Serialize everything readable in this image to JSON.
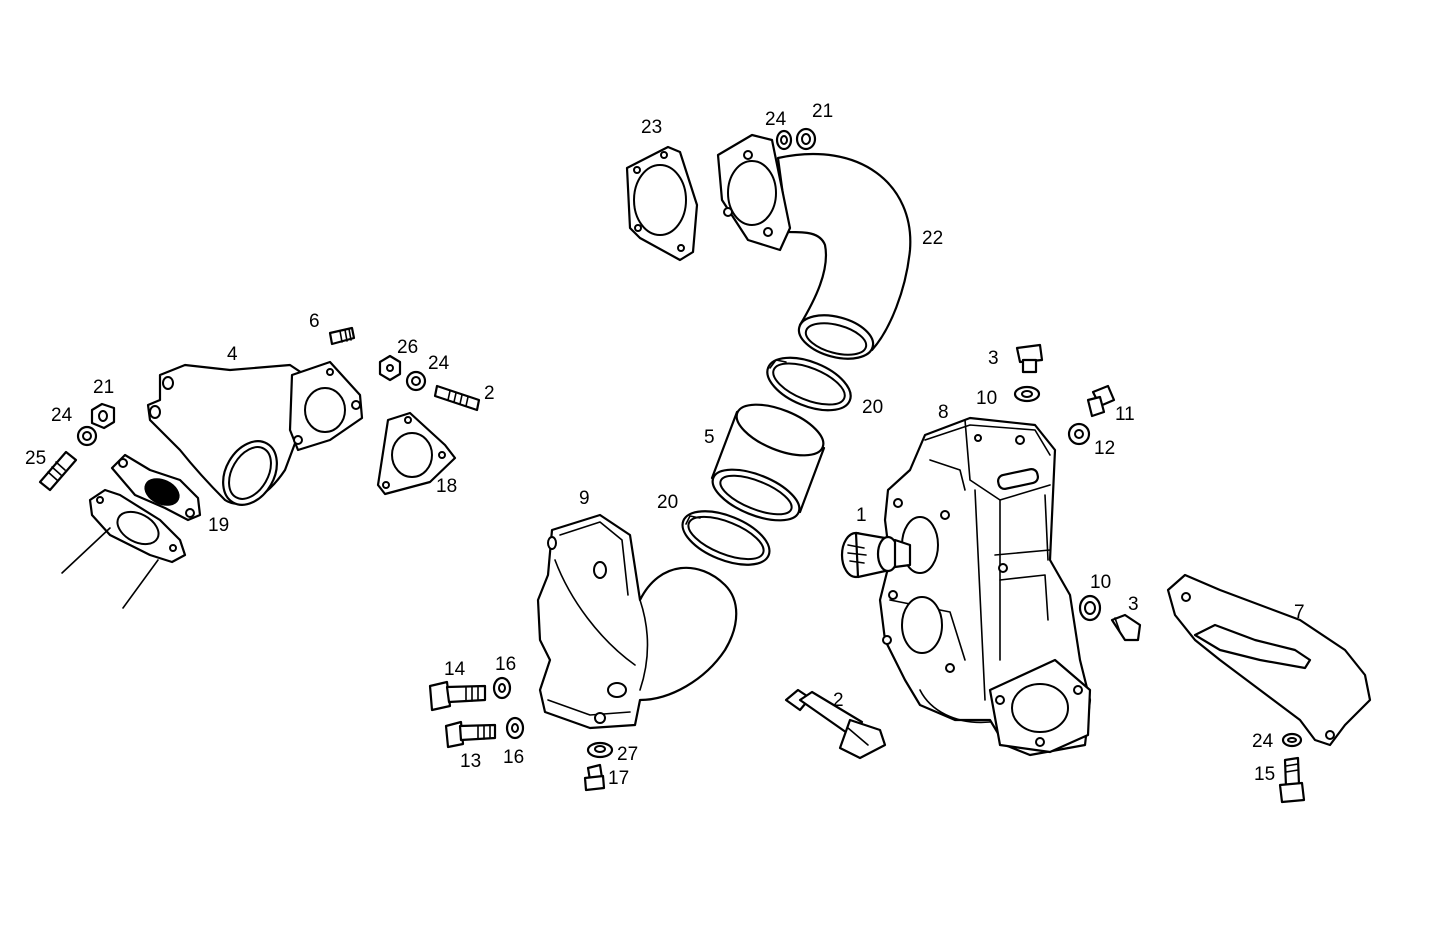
{
  "callouts": [
    {
      "id": "c23",
      "text": "23"
    },
    {
      "id": "c24a",
      "text": "24"
    },
    {
      "id": "c21a",
      "text": "21"
    },
    {
      "id": "c22",
      "text": "22"
    },
    {
      "id": "c6",
      "text": "6"
    },
    {
      "id": "c4",
      "text": "4"
    },
    {
      "id": "c26",
      "text": "26"
    },
    {
      "id": "c24b",
      "text": "24"
    },
    {
      "id": "c2a",
      "text": "2"
    },
    {
      "id": "c21b",
      "text": "21"
    },
    {
      "id": "c24c",
      "text": "24"
    },
    {
      "id": "c25",
      "text": "25"
    },
    {
      "id": "c18",
      "text": "18"
    },
    {
      "id": "c19",
      "text": "19"
    },
    {
      "id": "c3a",
      "text": "3"
    },
    {
      "id": "c10a",
      "text": "10"
    },
    {
      "id": "c8",
      "text": "8"
    },
    {
      "id": "c11",
      "text": "11"
    },
    {
      "id": "c12",
      "text": "12"
    },
    {
      "id": "c20a",
      "text": "20"
    },
    {
      "id": "c5",
      "text": "5"
    },
    {
      "id": "c9",
      "text": "9"
    },
    {
      "id": "c20b",
      "text": "20"
    },
    {
      "id": "c1",
      "text": "1"
    },
    {
      "id": "c10b",
      "text": "10"
    },
    {
      "id": "c3b",
      "text": "3"
    },
    {
      "id": "c7",
      "text": "7"
    },
    {
      "id": "c14",
      "text": "14"
    },
    {
      "id": "c16a",
      "text": "16"
    },
    {
      "id": "c13",
      "text": "13"
    },
    {
      "id": "c16b",
      "text": "16"
    },
    {
      "id": "c27",
      "text": "27"
    },
    {
      "id": "c17",
      "text": "17"
    },
    {
      "id": "c2b",
      "text": "2"
    },
    {
      "id": "c24d",
      "text": "24"
    },
    {
      "id": "c15",
      "text": "15"
    }
  ]
}
